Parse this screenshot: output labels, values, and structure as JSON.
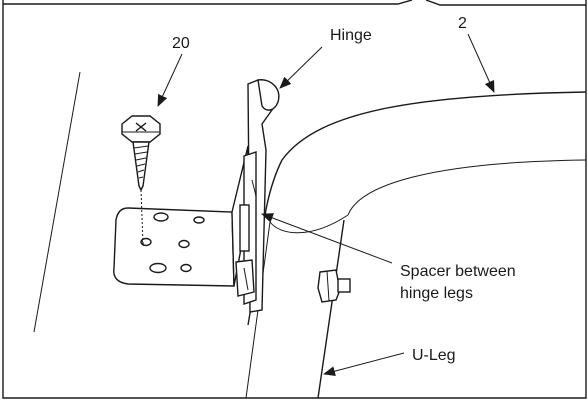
{
  "figure": {
    "labels": {
      "screw": "20",
      "hinge": "Hinge",
      "panel": "2",
      "spacer_line1": "Spacer between",
      "spacer_line2": "hinge legs",
      "uleg": "U-Leg"
    }
  }
}
